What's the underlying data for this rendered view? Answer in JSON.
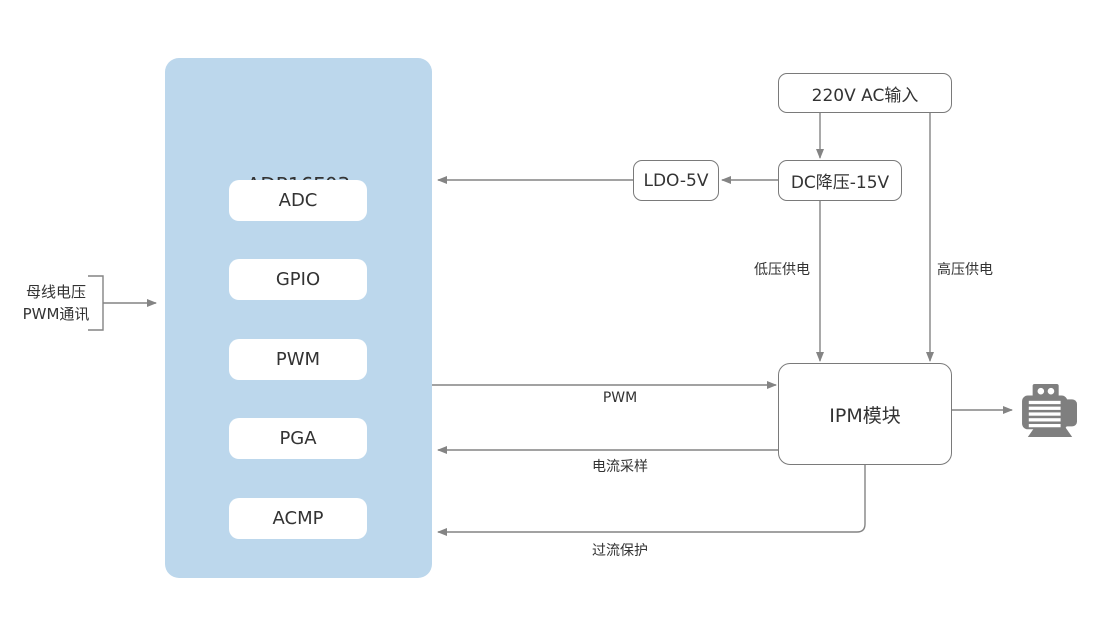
{
  "mcu": {
    "title": "ADP16F03",
    "modules": [
      "ADC",
      "GPIO",
      "PWM",
      "PGA",
      "ACMP"
    ]
  },
  "nodes": {
    "ac_input": "220V AC输入",
    "dc_buck": "DC降压-15V",
    "ldo": "LDO-5V",
    "ipm": "IPM模块"
  },
  "edge_labels": {
    "low_voltage": "低压供电",
    "high_voltage": "高压供电",
    "pwm": "PWM",
    "current_sample": "电流采样",
    "overcurrent": "过流保护"
  },
  "input_note": {
    "line1": "母线电压",
    "line2": "PWM通讯"
  },
  "icons": {
    "motor": "motor-icon"
  },
  "colors": {
    "mcu_fill": "#bcd7ec",
    "module_fill": "#ffffff",
    "line": "#848484",
    "node_border": "#7a7a7a",
    "text": "#333333",
    "motor": "#7f7f7f"
  }
}
